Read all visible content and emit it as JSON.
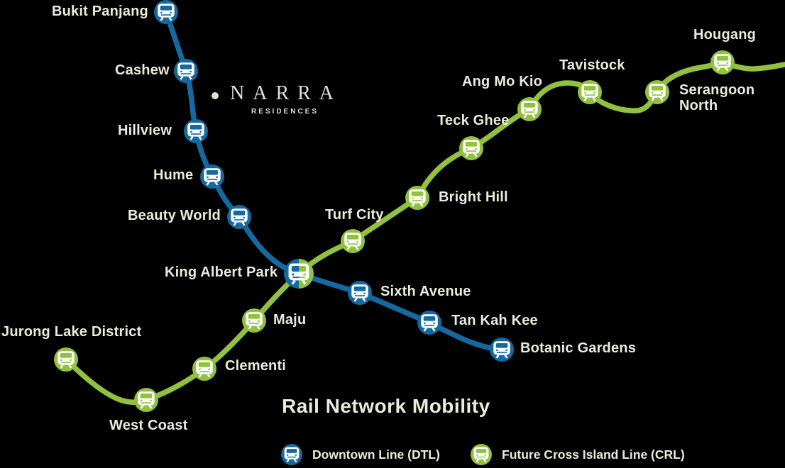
{
  "brand": {
    "dot": "",
    "name": "NARRA",
    "subtitle": "RESIDENCES"
  },
  "title": "Rail Network Mobility",
  "colors": {
    "dtl_blue": "#15699f",
    "crl_green": "#91c13d",
    "text_cream": "#e9ecda",
    "background": "#000000"
  },
  "legend": {
    "dtl_label": "Downtown Line (DTL)",
    "crl_label": "Future Cross Island Line (CRL)"
  },
  "lines": {
    "dtl": {
      "name": "Downtown Line (DTL)",
      "color": "#15699f",
      "stations": [
        "Bukit Panjang",
        "Cashew",
        "Hillview",
        "Hume",
        "Beauty World",
        "King Albert Park",
        "Sixth Avenue",
        "Tan Kah Kee",
        "Botanic Gardens"
      ]
    },
    "crl": {
      "name": "Future Cross Island Line (CRL)",
      "color": "#91c13d",
      "stations": [
        "Jurong Lake District",
        "West Coast",
        "Clementi",
        "Maju",
        "King Albert Park",
        "Turf City",
        "Bright Hill",
        "Teck Ghee",
        "Ang Mo Kio",
        "Tavistock",
        "Serangoon North",
        "Hougang"
      ]
    }
  },
  "interchange_station": "King Albert Park"
}
